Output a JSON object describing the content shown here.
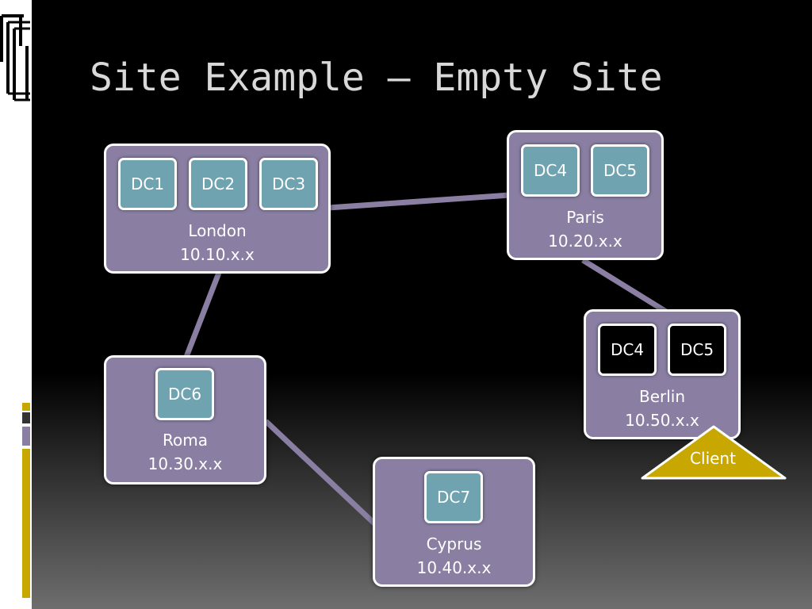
{
  "slide": {
    "title": "Site Example – Empty Site"
  },
  "sites": {
    "london": {
      "name": "London",
      "subnet": "10.10.x.x",
      "dcs": [
        "DC1",
        "DC2",
        "DC3"
      ]
    },
    "paris": {
      "name": "Paris",
      "subnet": "10.20.x.x",
      "dcs": [
        "DC4",
        "DC5"
      ]
    },
    "roma": {
      "name": "Roma",
      "subnet": "10.30.x.x",
      "dcs": [
        "DC6"
      ]
    },
    "cyprus": {
      "name": "Cyprus",
      "subnet": "10.40.x.x",
      "dcs": [
        "DC7"
      ]
    },
    "berlin": {
      "name": "Berlin",
      "subnet": "10.50.x.x",
      "dcs": [
        "DC4",
        "DC5"
      ]
    }
  },
  "client": {
    "label": "Client"
  },
  "colors": {
    "site_fill": "#8a7fa3",
    "dc_fill": "#6fa3b0",
    "dc_empty_fill": "#000000",
    "link": "#8a7fa3",
    "client_fill": "#c8a800"
  }
}
